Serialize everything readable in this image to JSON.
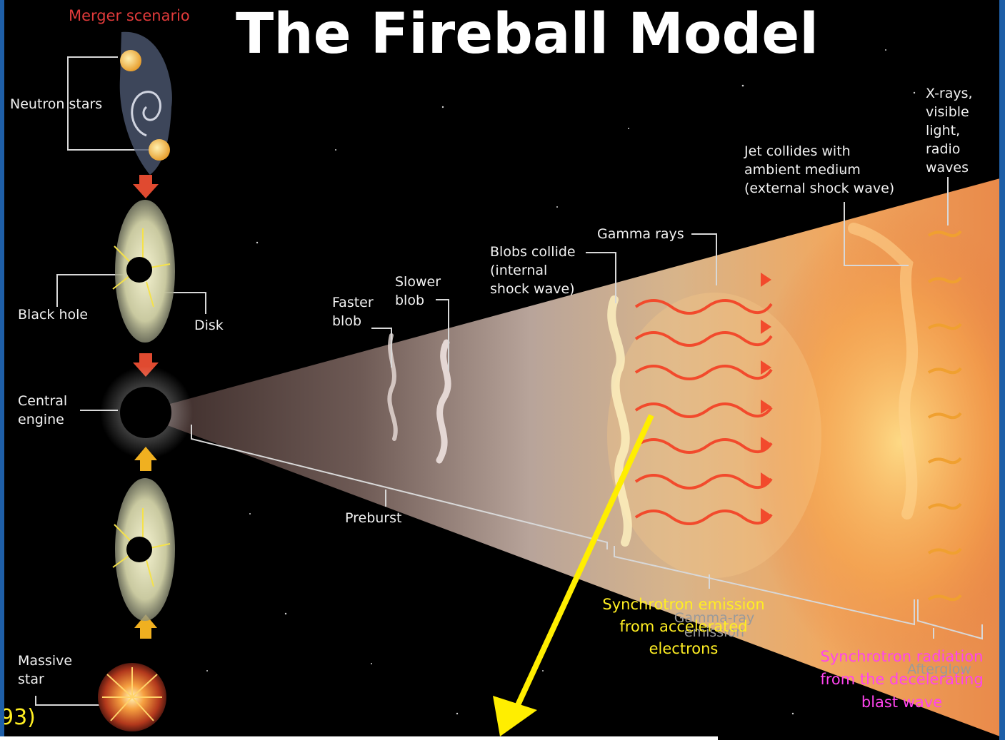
{
  "title": "The Fireball Model",
  "labels": {
    "merger_scenario": "Merger scenario",
    "neutron_stars": "Neutron stars",
    "black_hole": "Black hole",
    "disk": "Disk",
    "central_engine": "Central\nengine",
    "massive_star": "Massive\nstar",
    "faster_blob": "Faster\nblob",
    "slower_blob": "Slower\nblob",
    "blobs_collide": "Blobs collide\n(internal\nshock wave)",
    "gamma_rays": "Gamma rays",
    "jet_collides": "Jet collides with\nambient medium\n(external shock wave)",
    "xrays": "X-rays,\nvisible\nlight,\nradio\nwaves",
    "preburst": "Preburst",
    "gamma_ray_emission": "Gamma-ray\nemission",
    "afterglow": "Afterglow"
  },
  "annotations": {
    "synchrotron_emission": "Synchrotron emission\nfrom accelerated\nelectrons",
    "synchrotron_radiation": "Synchrotron radiation\nfrom the decelerating\nblast wave",
    "citation": "93)"
  },
  "colors": {
    "annotation_yellow": "#ffee22",
    "annotation_pink": "#ff44ee",
    "merger_red": "#e03a3a",
    "frame_blue": "#1e5fa8"
  }
}
